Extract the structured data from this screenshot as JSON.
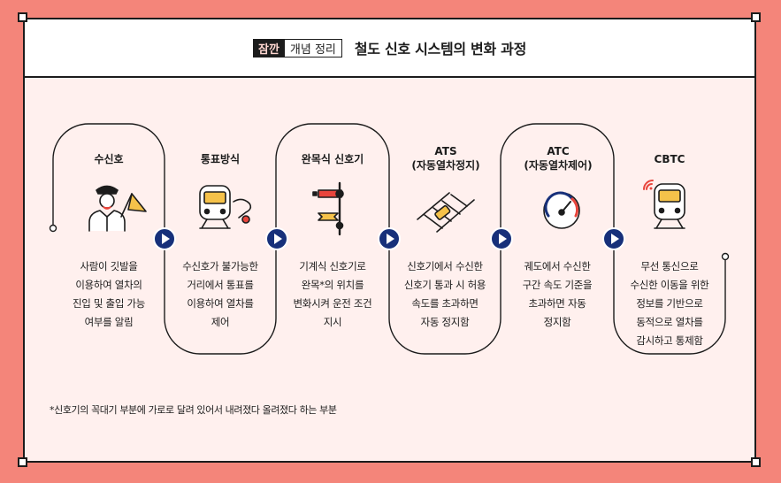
{
  "header": {
    "badge_primary": "잠깐",
    "badge_secondary": "개념 정리",
    "title": "철도 신호 시스템의 변화 과정"
  },
  "steps": [
    {
      "title": "수신호",
      "icon": "signalman-icon",
      "desc": [
        "사람이 깃발을",
        "이용하여 열차의",
        "진입 및 출입 가능",
        "여부를 알림"
      ]
    },
    {
      "title": "통표방식",
      "icon": "train-token-icon",
      "desc": [
        "수신호가 불가능한",
        "거리에서 통표를",
        "이용하여 열차를",
        "제어"
      ]
    },
    {
      "title": "완목식 신호기",
      "icon": "semaphore-signal-icon",
      "desc": [
        "기계식 신호기로",
        "완목*의 위치를",
        "변화시켜 운전 조건",
        "지시"
      ]
    },
    {
      "title": "ATS",
      "title2": "(자동열차정지)",
      "icon": "track-balise-icon",
      "desc": [
        "신호기에서 수신한",
        "신호기 통과 시 허용",
        "속도를 초과하면",
        "자동 정지함"
      ]
    },
    {
      "title": "ATC",
      "title2": "(자동열차제어)",
      "icon": "speedometer-icon",
      "desc": [
        "궤도에서 수신한",
        "구간 속도 기준을",
        "초과하면 자동",
        "정지함"
      ]
    },
    {
      "title": "CBTC",
      "icon": "wireless-train-icon",
      "desc": [
        "무선 통신으로",
        "수신한 이동을 위한",
        "정보를 기반으로",
        "동적으로 열차를",
        "감시하고 통제함"
      ]
    }
  ],
  "footnote": "*신호기의 꼭대기 부분에 가로로 달려 있어서 내려졌다 올려졌다 하는 부분",
  "colors": {
    "background": "#F4857A",
    "panel": "#FFF0EE",
    "navy": "#17307A",
    "accent_red": "#E8453C",
    "accent_yellow": "#F5C24A",
    "line": "#1c1c1c"
  }
}
